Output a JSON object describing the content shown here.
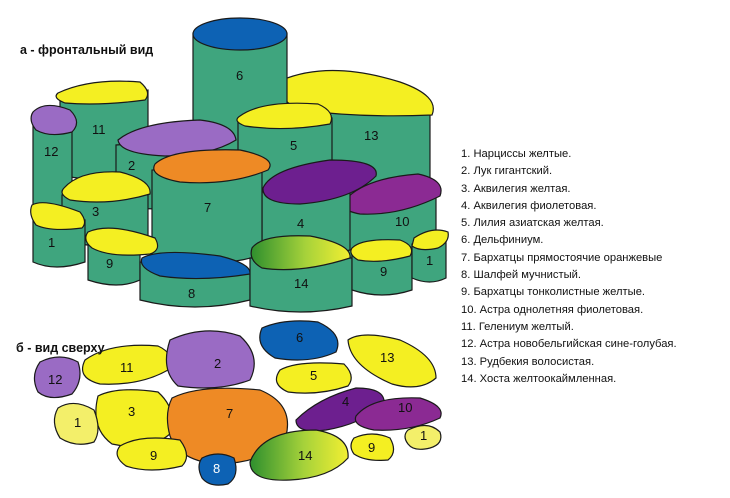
{
  "titles": {
    "front": "а - фронтальный вид",
    "top": "б - вид сверху"
  },
  "legend": [
    "1. Нарциссы желтые.",
    "2. Лук гигантский.",
    "3. Аквилегия желтая.",
    "4. Аквилегия фиолетовая.",
    "5. Лилия азиатская желтая.",
    "6. Дельфиниум.",
    "7. Бархатцы прямостоячие оранжевые",
    "8. Шалфей мучнистый.",
    "9. Бархатцы тонколистные желтые.",
    "10. Астра однолетняя фиолетовая.",
    "11. Гелениум желтый.",
    "12. Астра новобельгийская сине-голубая.",
    "13. Рудбекия волосистая.",
    "14. Хоста желтоокаймленная."
  ],
  "numbers": [
    "1",
    "2",
    "3",
    "4",
    "5",
    "6",
    "7",
    "8",
    "9",
    "10",
    "11",
    "12",
    "13",
    "14"
  ],
  "colors": {
    "stem": "#3fa57e",
    "yellow": "#f4ef22",
    "pale_yellow": "#f3ef6a",
    "violet": "#9a6bc4",
    "blue": "#0d62b4",
    "orange": "#ee8a25",
    "purple": "#6d1f8f",
    "magenta": "#8b2a93",
    "green": "#3d9a3a"
  }
}
